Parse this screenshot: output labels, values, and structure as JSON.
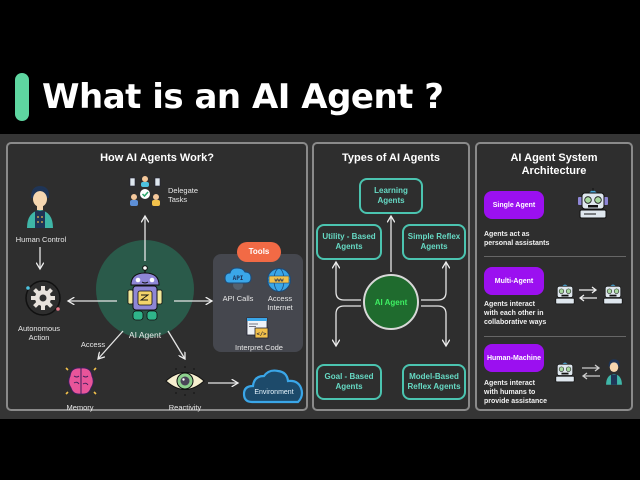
{
  "header": {
    "title": "What is an AI Agent ?"
  },
  "how_it_works": {
    "title": "How AI Agents Work?",
    "center": {
      "label": "AI Agent",
      "icon": "robot-icon"
    },
    "nodes": {
      "delegate": {
        "label_line1": "Delegate",
        "label_line2": "Tasks",
        "icon": "delegate-tasks-icon"
      },
      "human_control": {
        "label": "Human Control",
        "icon": "human-icon"
      },
      "autonomous": {
        "label_line1": "Autonomous",
        "label_line2": "Action",
        "icon": "gear-icon"
      },
      "memory": {
        "label": "Memory",
        "icon": "brain-icon",
        "edge_label": "Access"
      },
      "reactivity": {
        "label": "Reactivity",
        "icon": "eye-icon"
      },
      "environment": {
        "label": "Environment",
        "icon": "cloud-icon"
      }
    },
    "tools": {
      "badge": "Tools",
      "items": [
        {
          "label": "API Calls",
          "icon": "api-cloud-icon"
        },
        {
          "label_line1": "Access",
          "label_line2": "Internet",
          "icon": "globe-www-icon"
        },
        {
          "label": "Interpret Code",
          "icon": "code-window-icon"
        }
      ]
    }
  },
  "types": {
    "title": "Types of AI Agents",
    "center": "AI Agent",
    "items": [
      {
        "line1": "Learning",
        "line2": "Agents"
      },
      {
        "line1": "Utility - Based",
        "line2": "Agents"
      },
      {
        "line1": "Simple Reflex",
        "line2": "Agents"
      },
      {
        "line1": "Goal - Based",
        "line2": "Agents"
      },
      {
        "line1": "Model-Based",
        "line2": "Reflex Agents"
      }
    ]
  },
  "architecture": {
    "title_line1": "AI Agent System",
    "title_line2": "Architecture",
    "items": [
      {
        "badge": "Single Agent",
        "desc": [
          "Agents act as",
          "personal assistants"
        ]
      },
      {
        "badge": "Multi-Agent",
        "desc": [
          "Agents interact",
          "with each other in",
          "collaborative ways"
        ]
      },
      {
        "badge": "Human-Machine",
        "desc": [
          "Agents interact",
          "with humans to",
          "provide assistance"
        ]
      }
    ]
  },
  "colors": {
    "accent": "#5ed6a0",
    "tools": "#f26a45",
    "type_border": "#4bc4b0",
    "arch_badge": "#9b10f0",
    "center_green": "#1f6b2e"
  }
}
